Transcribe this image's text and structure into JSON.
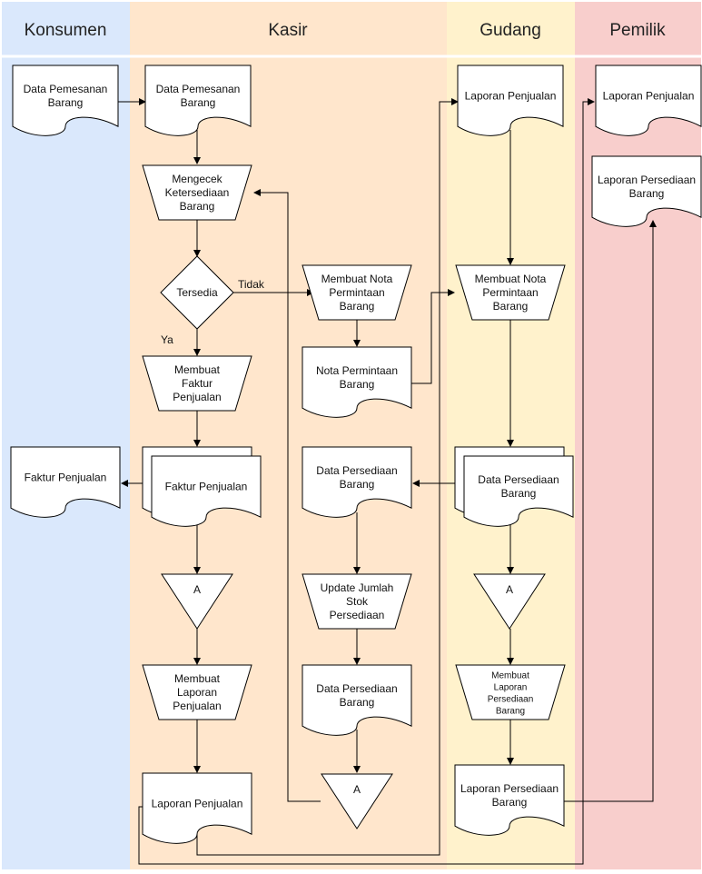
{
  "colors": {
    "konsumen": "#dae8fc",
    "kasir": "#ffe6cc",
    "gudang": "#fff2cc",
    "pemilik": "#f8cecc",
    "stroke": "#000000"
  },
  "lanes": {
    "konsumen": "Konsumen",
    "kasir": "Kasir",
    "gudang": "Gudang",
    "pemilik": "Pemilik"
  },
  "nodes": {
    "konsumen_pemesanan": [
      "Data Pemesanan",
      "Barang"
    ],
    "konsumen_faktur": [
      "Faktur Penjualan"
    ],
    "kasir_pemesanan": [
      "Data Pemesanan",
      "Barang"
    ],
    "kasir_cek": [
      "Mengecek",
      "Ketersediaan",
      "Barang"
    ],
    "kasir_tersedia": [
      "Tersedia"
    ],
    "kasir_faktur_proses": [
      "Membuat",
      "Faktur",
      "Penjualan"
    ],
    "kasir_faktur_doc": [
      "Faktur Penjualan"
    ],
    "kasir_connector_a1": [
      "A"
    ],
    "kasir_buat_laporan": [
      "Membuat",
      "Laporan",
      "Penjualan"
    ],
    "kasir_laporan_doc": [
      "Laporan Penjualan"
    ],
    "kasir_nota_proses": [
      "Membuat Nota",
      "Permintaan",
      "Barang"
    ],
    "kasir_nota_doc": [
      "Nota Permintaan",
      "Barang"
    ],
    "kasir_persediaan_doc": [
      "Data Persediaan",
      "Barang"
    ],
    "kasir_update": [
      "Update Jumlah",
      "Stok",
      "Persediaan"
    ],
    "kasir_persediaan_doc2": [
      "Data Persediaan",
      "Barang"
    ],
    "kasir_connector_a2": [
      "A"
    ],
    "gudang_laporan": [
      "Laporan Penjualan"
    ],
    "gudang_nota_proses": [
      "Membuat Nota",
      "Permintaan",
      "Barang"
    ],
    "gudang_persediaan_doc": [
      "Data Persediaan",
      "Barang"
    ],
    "gudang_connector_a": [
      "A"
    ],
    "gudang_buat_laporan": [
      "Membuat",
      "Laporan",
      "Persediaan",
      "Barang"
    ],
    "gudang_laporan_persediaan": [
      "Laporan Persediaan",
      "Barang"
    ],
    "pemilik_laporan_penjualan": [
      "Laporan Penjualan"
    ],
    "pemilik_laporan_persediaan": [
      "Laporan Persediaan",
      "Barang"
    ]
  },
  "edge_labels": {
    "tidak": "Tidak",
    "ya": "Ya"
  }
}
